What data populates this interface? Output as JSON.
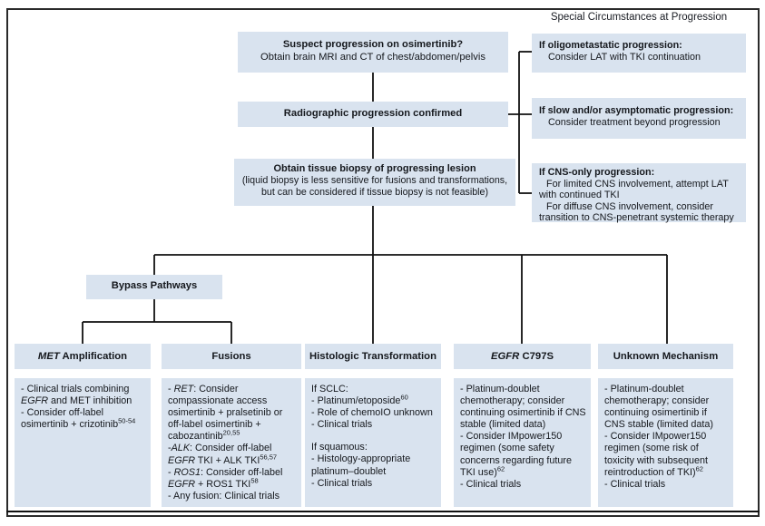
{
  "colors": {
    "box_fill": "#d9e3ef",
    "line": "#111111",
    "text": "#15181d",
    "frame": "#2a2a2a"
  },
  "special_panel": {
    "title": "Special Circumstances at Progression",
    "boxes": [
      {
        "title": "If oligometastatic progression:",
        "lines": [
          "Consider LAT with TKI continuation"
        ]
      },
      {
        "title": "If slow and/or asymptomatic progression:",
        "lines": [
          "Consider treatment beyond progression"
        ]
      },
      {
        "title": "If CNS-only progression:",
        "lines": [
          "For limited CNS involvement, attempt LAT with continued TKI",
          "For diffuse CNS involvement, consider transition to CNS-penetrant systemic therapy"
        ]
      }
    ]
  },
  "flow": {
    "suspect": {
      "title": "Suspect progression on osimertinib?",
      "subtitle": "Obtain brain MRI and CT of chest/abdomen/pelvis"
    },
    "radiographic": {
      "title": "Radiographic progression confirmed"
    },
    "biopsy": {
      "title": "Obtain tissue biopsy of progressing lesion",
      "subtitle_line1": "(liquid biopsy is less sensitive for fusions and transformations,",
      "subtitle_line2": "but can be considered if tissue biopsy is not feasible)"
    },
    "bypass": {
      "title": "Bypass Pathways"
    }
  },
  "columns": [
    {
      "header": [
        {
          "t": "MET",
          "i": 1
        },
        {
          "t": " Amplification"
        }
      ],
      "body": [
        {
          "seg": [
            {
              "t": "- Clinical trials combining "
            },
            {
              "t": "EGFR",
              "i": 1
            },
            {
              "t": " and MET inhibition"
            }
          ]
        },
        {
          "seg": [
            {
              "t": "- Consider off-label osimertinib + crizotinib"
            },
            {
              "t": "50-54",
              "s": 1
            }
          ]
        }
      ]
    },
    {
      "header": [
        {
          "t": "Fusions"
        }
      ],
      "body": [
        {
          "seg": [
            {
              "t": "- "
            },
            {
              "t": "RET",
              "i": 1
            },
            {
              "t": ": Consider compassionate access osimertinib + pralsetinib or off-label osimertinib + cabozantinib"
            },
            {
              "t": "20,55",
              "s": 1
            }
          ]
        },
        {
          "seg": [
            {
              "t": "-"
            },
            {
              "t": "ALK",
              "i": 1
            },
            {
              "t": ": Consider off-label "
            },
            {
              "t": "EGFR",
              "i": 1
            },
            {
              "t": " TKI + ALK TKI"
            },
            {
              "t": "56,57",
              "s": 1
            }
          ]
        },
        {
          "seg": [
            {
              "t": "- "
            },
            {
              "t": "ROS1",
              "i": 1
            },
            {
              "t": ": Consider off-label "
            },
            {
              "t": "EGFR",
              "i": 1
            },
            {
              "t": " + ROS1 TKI"
            },
            {
              "t": "58",
              "s": 1
            }
          ]
        },
        {
          "seg": [
            {
              "t": "- Any fusion: Clinical trials"
            }
          ]
        }
      ]
    },
    {
      "header": [
        {
          "t": "Histologic Transformation"
        }
      ],
      "body": [
        {
          "seg": [
            {
              "t": "If SCLC:"
            }
          ]
        },
        {
          "seg": [
            {
              "t": "- Platinum/etoposide"
            },
            {
              "t": "60",
              "s": 1
            }
          ]
        },
        {
          "seg": [
            {
              "t": "- Role of chemoIO unknown"
            }
          ]
        },
        {
          "seg": [
            {
              "t": "- Clinical trials"
            }
          ]
        },
        {
          "gap": 1,
          "seg": [
            {
              "t": "If squamous:"
            }
          ]
        },
        {
          "seg": [
            {
              "t": "- Histology-appropriate platinum–doublet"
            }
          ]
        },
        {
          "seg": [
            {
              "t": "- Clinical trials"
            }
          ]
        }
      ]
    },
    {
      "header": [
        {
          "t": "EGFR",
          "i": 1
        },
        {
          "t": " C797S"
        }
      ],
      "body": [
        {
          "seg": [
            {
              "t": "- Platinum-doublet chemotherapy; consider continuing osimertinib if CNS stable (limited data)"
            }
          ]
        },
        {
          "seg": [
            {
              "t": "- Consider IMpower150 regimen (some safety concerns regarding future TKI use)"
            },
            {
              "t": "62",
              "s": 1
            }
          ]
        },
        {
          "seg": [
            {
              "t": "- Clinical trials"
            }
          ]
        }
      ]
    },
    {
      "header": [
        {
          "t": "Unknown Mechanism"
        }
      ],
      "body": [
        {
          "seg": [
            {
              "t": "- Platinum-doublet chemotherapy; consider continuing osimertinib if CNS stable (limited data)"
            }
          ]
        },
        {
          "seg": [
            {
              "t": "- Consider IMpower150 regimen (some risk of toxicity with subsequent reintroduction of TKI)"
            },
            {
              "t": "62",
              "s": 1
            }
          ]
        },
        {
          "seg": [
            {
              "t": "- Clinical trials"
            }
          ]
        }
      ]
    }
  ]
}
